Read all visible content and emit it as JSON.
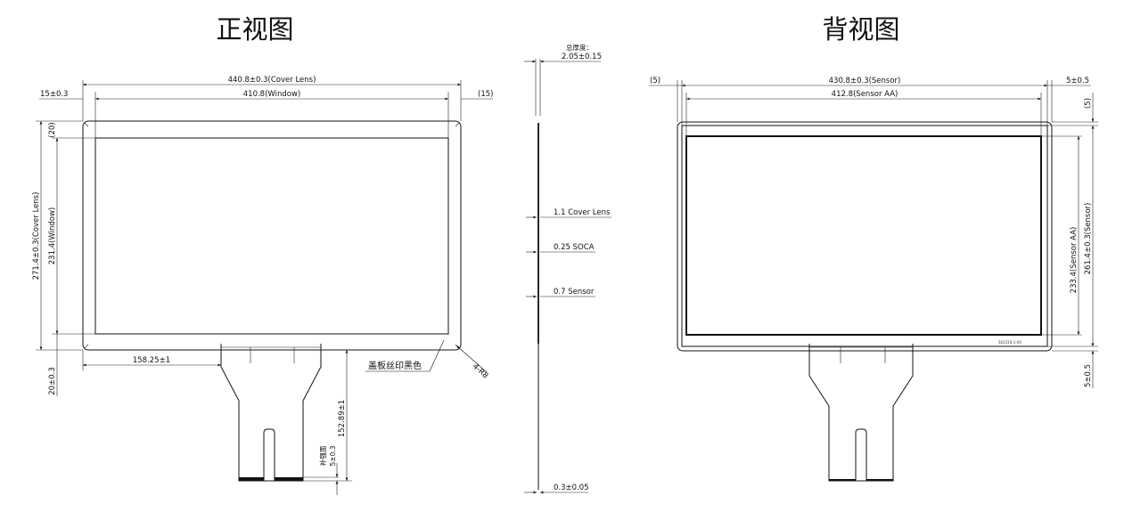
{
  "front_view": {
    "title": "正视图",
    "overall_width": "440.8±0.3(Cover Lens)",
    "window_width": "410.8(Window)",
    "left_margin": "15±0.3",
    "right_margin": "(15)",
    "top_margin": "(20)",
    "overall_height": "271.4±0.3(Cover Lens)",
    "window_height": "231.4(Window)",
    "bottom_margin": "20±0.3",
    "fpc_offset": "158.25±1",
    "fpc_length": "152.89±1",
    "stiffener_label": "补强面",
    "stiffener_value": "5±0.3",
    "cover_note": "盖板丝印黑色",
    "corner_radius": "4-R8"
  },
  "side_view": {
    "total_thickness_label": "总厚度：",
    "total_thickness": "2.05±0.15",
    "cover_lens": "1.1 Cover Lens",
    "soca": "0.25 SOCA",
    "sensor": "0.7 Sensor",
    "fpc_thickness": "0.3±0.05"
  },
  "back_view": {
    "title": "背视图",
    "left_margin": "(5)",
    "sensor_width": "430.8±0.3(Sensor)",
    "right_margin": "5±0.5",
    "sensor_aa_width": "412.8(Sensor AA)",
    "top_margin": "(5)",
    "sensor_aa_height": "233.4(Sensor AA)",
    "sensor_height": "261.4±0.3(Sensor)",
    "bottom_margin": "5±0.5",
    "part_number": "S02318-1-XX"
  }
}
